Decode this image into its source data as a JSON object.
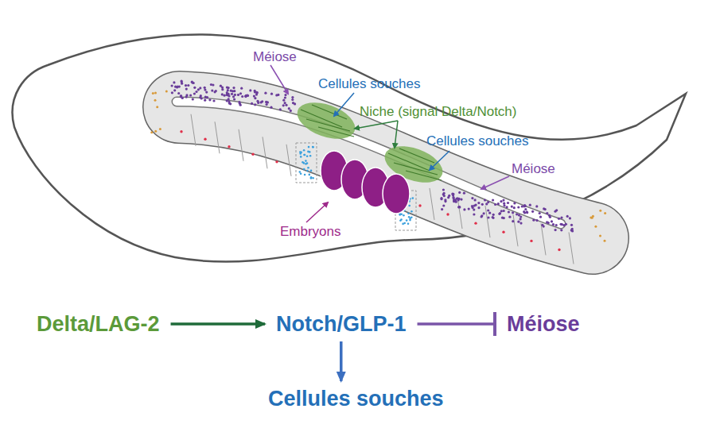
{
  "diagram": {
    "nodes": [
      {
        "text": [
          "Delta/LAG-2"
        ]
      },
      {
        "text": [
          "Notch/GLP-1"
        ]
      },
      {
        "text": [
          "Méiose"
        ]
      },
      {
        "text": [
          "Cellules souches"
        ]
      }
    ],
    "edges": [
      {
        "from": 0,
        "to": 1,
        "arrow": "to"
      },
      {
        "from": 1,
        "to": 2,
        "arrow": "to"
      },
      {
        "from": 1,
        "to": 3,
        "arrow": "to"
      }
    ],
    "labels": [
      "Méiose",
      "Cellules souches",
      "Niche (signal Delta/Notch)",
      "Cellules souches",
      "Méiose",
      "Embryons"
    ]
  }
}
